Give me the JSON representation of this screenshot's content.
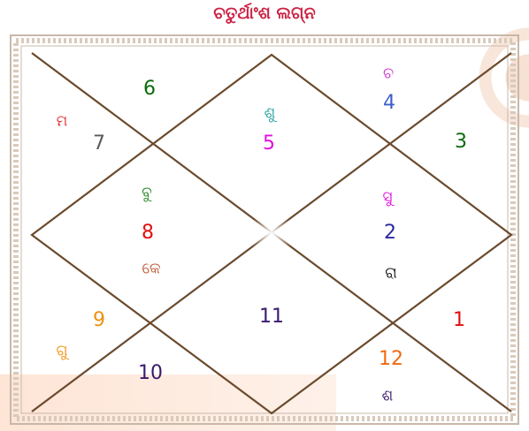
{
  "title": "ଚତୁର୍ଥାଂଶ ଲଗ୍ନ",
  "colors": {
    "title": "#cc2244",
    "lines": "#6b4a2e",
    "border": "#c8b8a8"
  },
  "houses": [
    {
      "number": "6",
      "color": "#0a6b0a",
      "planets": []
    },
    {
      "number": "7",
      "color": "#5a5a5a",
      "planets": [
        {
          "name": "ମ",
          "color": "#e03030"
        }
      ]
    },
    {
      "number": "5",
      "color": "#e010e0",
      "planets": [
        {
          "name": "ଶୁ",
          "color": "#2aa0a0"
        }
      ]
    },
    {
      "number": "4",
      "color": "#3a5fc8",
      "planets": [
        {
          "name": "ଚ",
          "color": "#d040d0"
        }
      ]
    },
    {
      "number": "3",
      "color": "#0a6b0a",
      "planets": []
    },
    {
      "number": "8",
      "color": "#e01010",
      "planets": [
        {
          "name": "ବୁ",
          "color": "#2a8a2a"
        },
        {
          "name": "କେ",
          "color": "#c06040"
        }
      ]
    },
    {
      "number": "2",
      "color": "#2a2aa0",
      "planets": [
        {
          "name": "ସୁ",
          "color": "#e010e0"
        },
        {
          "name": "ରା",
          "color": "#222222"
        }
      ]
    },
    {
      "number": "9",
      "color": "#f09010",
      "planets": [
        {
          "name": "ଗୁ",
          "color": "#f09010"
        }
      ]
    },
    {
      "number": "11",
      "color": "#3a1a6a",
      "planets": []
    },
    {
      "number": "1",
      "color": "#e01010",
      "planets": []
    },
    {
      "number": "10",
      "color": "#3a1a6a",
      "planets": []
    },
    {
      "number": "12",
      "color": "#f06a10",
      "planets": [
        {
          "name": "ଶ",
          "color": "#3a1a6a"
        }
      ]
    }
  ]
}
